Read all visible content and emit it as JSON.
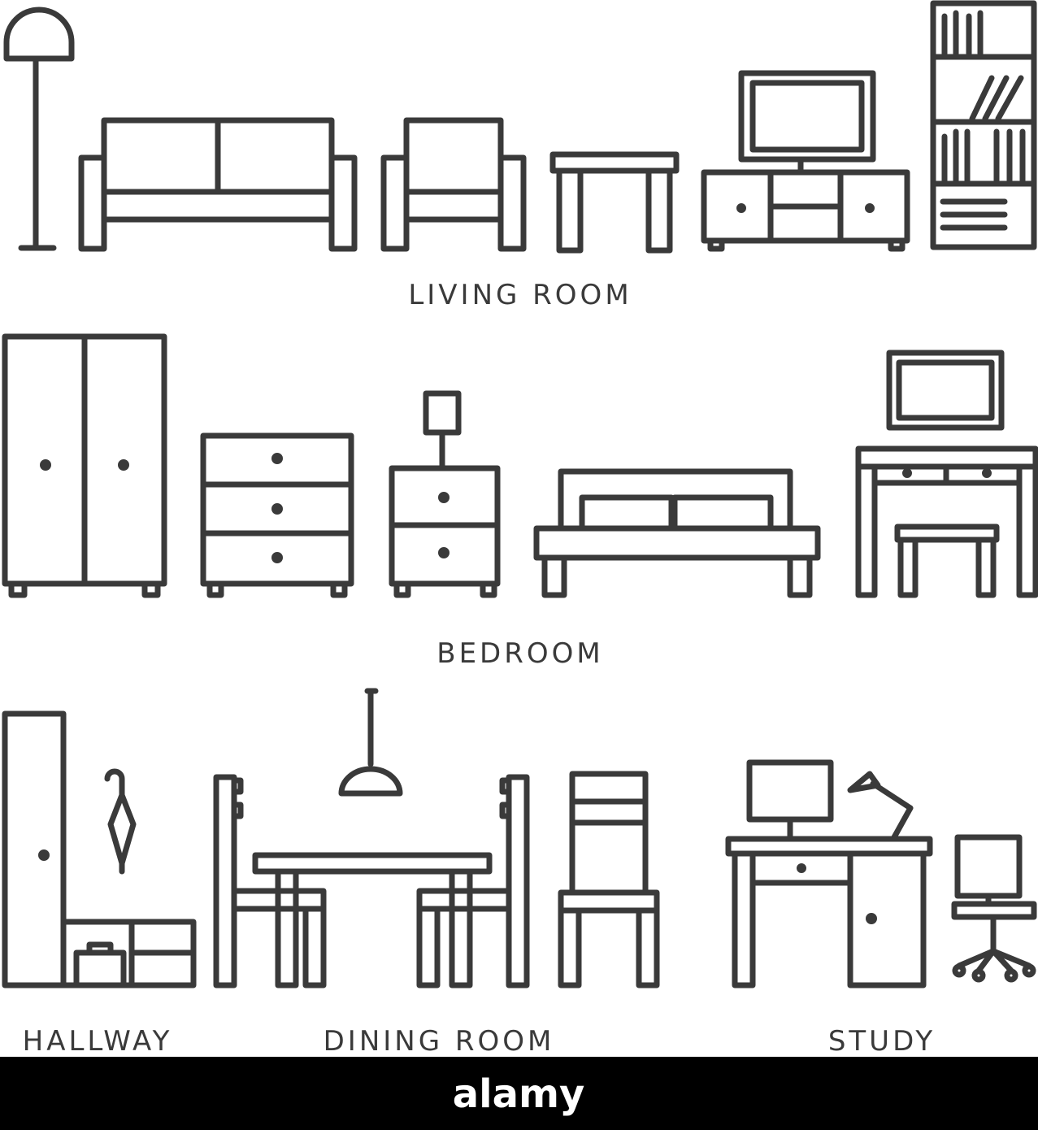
{
  "labels": {
    "living_room": "LIVING ROOM",
    "bedroom": "BEDROOM",
    "hallway": "HALLWAY",
    "dining_room": "DINING ROOM",
    "study": "STUDY"
  },
  "footer_text": "alamy",
  "colors": {
    "ink": "#3a3a3a",
    "background": "#ffffff",
    "footer": "#000000",
    "footer_text": "#ffffff"
  }
}
